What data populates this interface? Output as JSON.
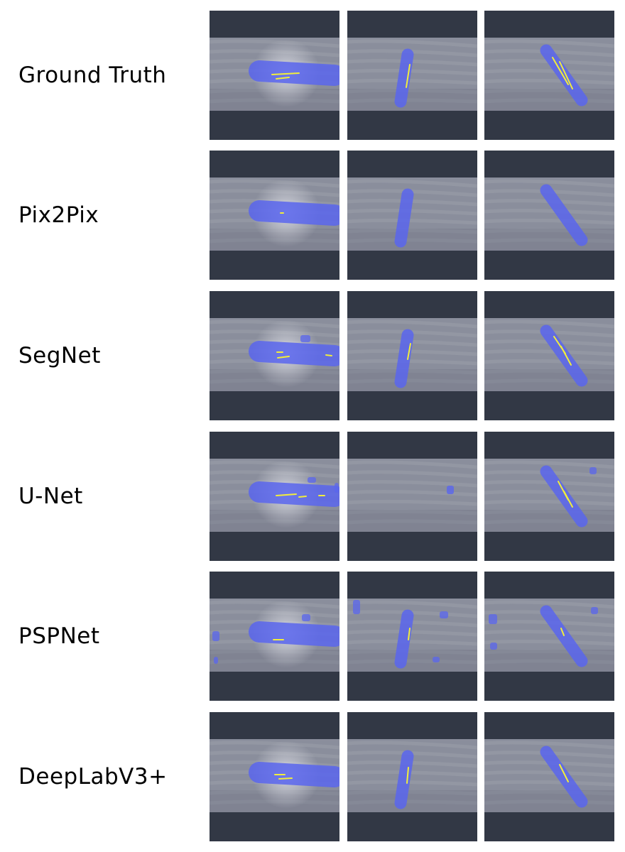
{
  "rows": [
    {
      "label": "Ground Truth"
    },
    {
      "label": "Pix2Pix"
    },
    {
      "label": "SegNet"
    },
    {
      "label": "U-Net"
    },
    {
      "label": "PSPNet"
    },
    {
      "label": "DeepLabV3+"
    }
  ],
  "colors": {
    "background": "#ffffff",
    "image_border": "#323845",
    "segmentation_mask": "#5a66ee",
    "vessel_highlight": "#f2ee3a",
    "infrared_base": "#8a8e9c"
  }
}
